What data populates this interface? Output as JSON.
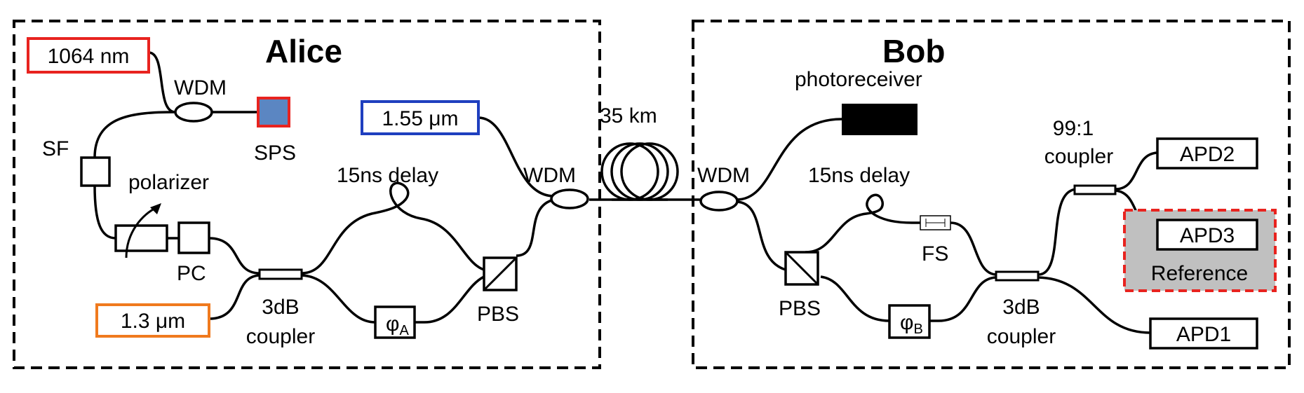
{
  "alice": {
    "title": "Alice",
    "laser_1064": "1064 nm",
    "wdm_top": "WDM",
    "sps": "SPS",
    "sf": "SF",
    "polarizer": "polarizer",
    "pc": "PC",
    "laser_13_value": "1.3 ",
    "laser_13_unit": "μm",
    "coupler_line1": "3dB",
    "coupler_line2": "coupler",
    "delay": "15ns delay",
    "phase": "φ",
    "phase_sub": "A",
    "pbs": "PBS",
    "laser_155_value": "1.55 ",
    "laser_155_unit": "μm",
    "wdm_right": "WDM"
  },
  "link": {
    "distance": "35 km"
  },
  "bob": {
    "title": "Bob",
    "wdm": "WDM",
    "photoreceiver": "photoreceiver",
    "delay": "15ns delay",
    "fs": "FS",
    "pbs": "PBS",
    "phase": "φ",
    "phase_sub": "B",
    "coupler_line1": "3dB",
    "coupler_line2": "coupler",
    "tap_line1": "99:1",
    "tap_line2": "coupler",
    "apd2": "APD2",
    "apd3": "APD3",
    "reference": "Reference",
    "apd1": "APD1"
  },
  "colors": {
    "laser_1064_border": "#e8231f",
    "laser_155_border": "#1f3fbf",
    "laser_13_border": "#f07a1e",
    "sps_fill": "#5b86c2",
    "sps_border": "#e8231f",
    "reference_fill": "#c0c0c0",
    "reference_border": "#e8231f"
  }
}
